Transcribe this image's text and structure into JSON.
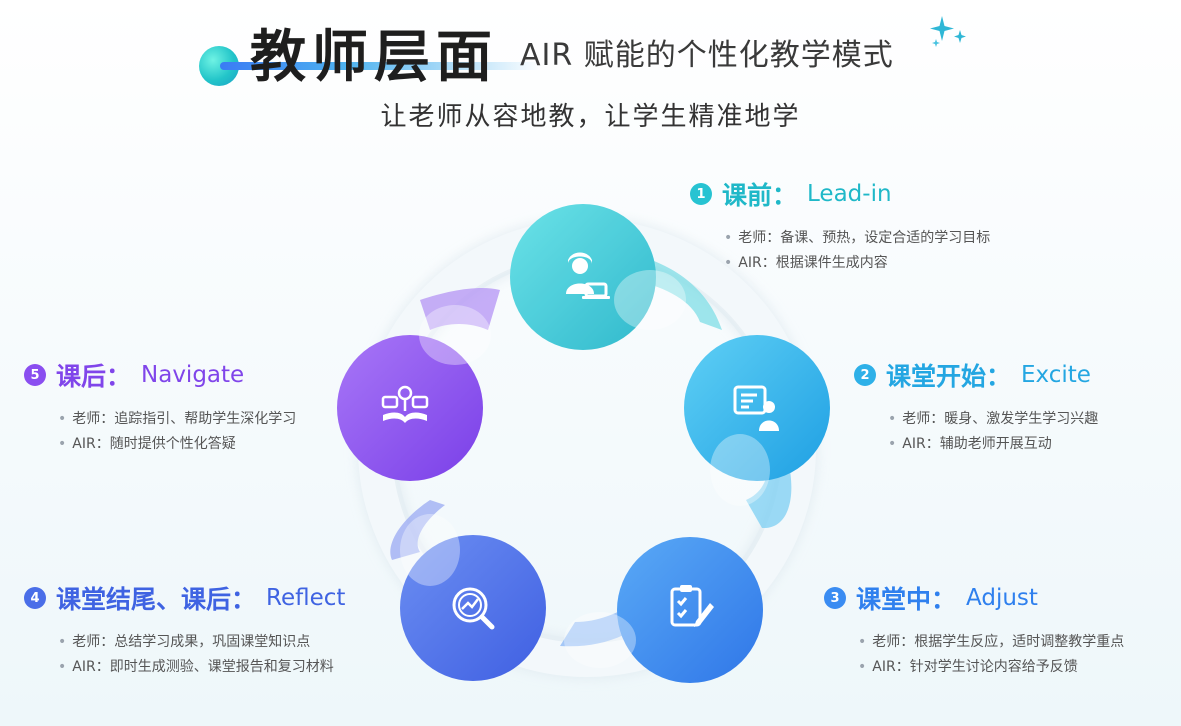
{
  "header": {
    "title": "教师层面",
    "subtitle_right": "AIR 赋能的个性化教学模式",
    "tagline": "让老师从容地教，让学生精准地学"
  },
  "colors": {
    "stage1": "#27c3d2",
    "stage2": "#30b4ea",
    "stage3": "#3a8cf2",
    "stage4": "#4a72ec",
    "stage5": "#8a4ef0"
  },
  "stages": [
    {
      "num": "1",
      "zh": "课前：",
      "en": "Lead-in",
      "icon": "teacher-laptop-icon",
      "bullets": [
        "老师：备课、预热，设定合适的学习目标",
        "AIR：根据课件生成内容"
      ]
    },
    {
      "num": "2",
      "zh": "课堂开始：",
      "en": "Excite",
      "icon": "presentation-board-icon",
      "bullets": [
        "老师：暖身、激发学生学习兴趣",
        "AIR：辅助老师开展互动"
      ]
    },
    {
      "num": "3",
      "zh": "课堂中：",
      "en": "Adjust",
      "icon": "clipboard-edit-icon",
      "bullets": [
        "老师：根据学生反应，适时调整教学重点",
        "AIR：针对学生讨论内容给予反馈"
      ]
    },
    {
      "num": "4",
      "zh": "课堂结尾、课后：",
      "en": "Reflect",
      "icon": "analysis-magnifier-icon",
      "bullets": [
        "老师：总结学习成果，巩固课堂知识点",
        "AIR：即时生成测验、课堂报告和复习材料"
      ]
    },
    {
      "num": "5",
      "zh": "课后：",
      "en": "Navigate",
      "icon": "book-network-icon",
      "bullets": [
        "老师：追踪指引、帮助学生深化学习",
        "AIR：随时提供个性化答疑"
      ]
    }
  ]
}
